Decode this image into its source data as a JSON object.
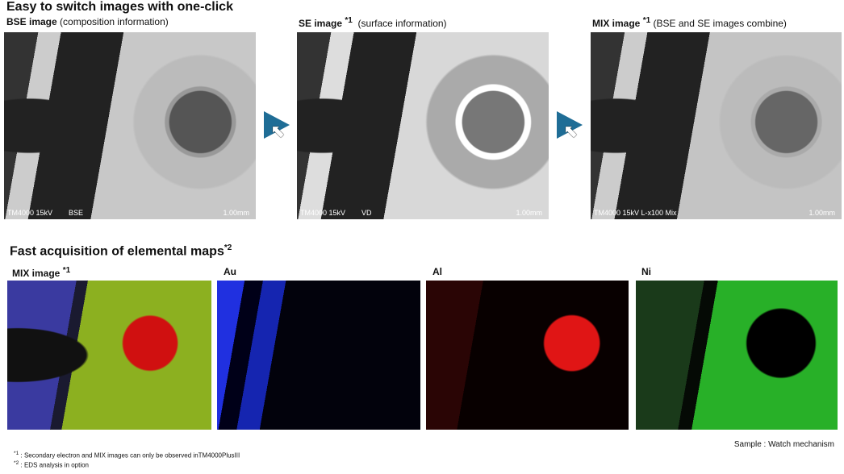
{
  "section1": {
    "title": "Easy to switch images with one-click",
    "panels": [
      {
        "name": "BSE image",
        "note": "(composition information)",
        "overlay_left": "TM4000 15kV",
        "overlay_tail": "BSE",
        "scale": "1.00mm"
      },
      {
        "name": "SE image",
        "sup": "*1",
        "note": "(surface information)",
        "overlay_left": "TM4000 15kV",
        "overlay_tail": "VD",
        "scale": "1.00mm"
      },
      {
        "name": "MIX image",
        "sup": "*1",
        "note": "(BSE and SE images combine)",
        "overlay_left": "TM4000 15kV L-x100 Mix",
        "overlay_tail": "",
        "scale": "1.00mm"
      }
    ]
  },
  "section2": {
    "title": "Fast acquisition of elemental maps",
    "title_sup": "*2",
    "maps": [
      {
        "label": "MIX image",
        "sup": "*1"
      },
      {
        "label": "Au"
      },
      {
        "label": "Al"
      },
      {
        "label": "Ni"
      }
    ]
  },
  "sample": "Sample : Watch mechanism",
  "footnotes": [
    {
      "mark": "*1",
      "text": " : Secondary electron and MIX images can only be observed inTM4000PlusIII"
    },
    {
      "mark": "*2",
      "text": " : EDS analysis in option"
    }
  ],
  "colors": {
    "arrow": "#1f6d96"
  }
}
